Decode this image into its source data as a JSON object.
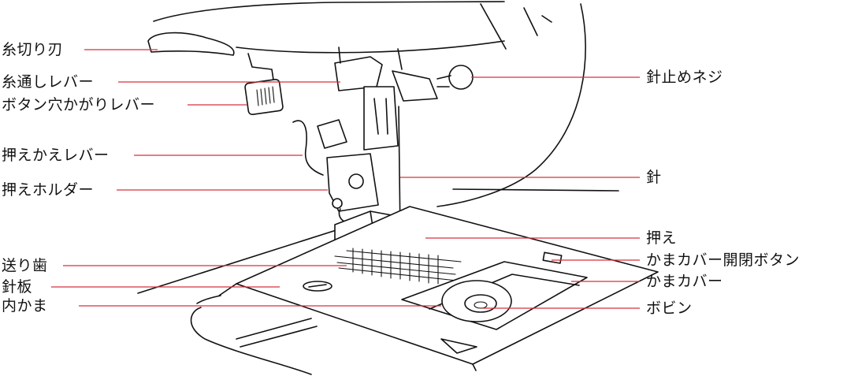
{
  "diagram": {
    "leader_color": "#d8323f",
    "ink_color": "#111111",
    "labels_left": [
      {
        "id": "thread-cutter",
        "text": "糸切り刃"
      },
      {
        "id": "threader-lever",
        "text": "糸通しレバー"
      },
      {
        "id": "buttonhole-lever",
        "text": "ボタン穴かがりレバー"
      },
      {
        "id": "presser-lever",
        "text": "押えかえレバー"
      },
      {
        "id": "presser-holder",
        "text": "押えホルダー"
      },
      {
        "id": "feed-dogs",
        "text": "送り歯"
      },
      {
        "id": "needle-plate",
        "text": "針板"
      },
      {
        "id": "inner-hook",
        "text": "内かま"
      }
    ],
    "labels_right": [
      {
        "id": "needle-clamp-screw",
        "text": "針止めネジ"
      },
      {
        "id": "needle",
        "text": "針"
      },
      {
        "id": "presser-foot",
        "text": "押え"
      },
      {
        "id": "bobbin-cover-release",
        "text": "かまカバー開閉ボタン"
      },
      {
        "id": "bobbin-cover",
        "text": "かまカバー"
      },
      {
        "id": "bobbin",
        "text": "ボビン"
      }
    ]
  }
}
